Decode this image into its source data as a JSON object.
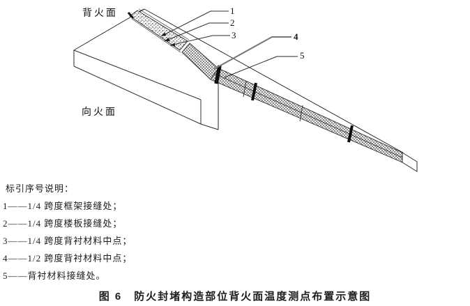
{
  "figure": {
    "face_labels": {
      "unexposed": "背火面",
      "exposed": "向火面"
    },
    "callouts": {
      "c1": "1",
      "c2": "2",
      "c3": "3",
      "c4": "4",
      "c5": "5"
    }
  },
  "legend": {
    "title": "标引序号说明：",
    "items": [
      "1——1/4 跨度框架接缝处；",
      "2——1/4 跨度楼板接缝处；",
      "3——1/4 跨度背衬材料中点；",
      "4——1/2 跨度背衬材料中点；",
      "5——背衬材料接缝处。"
    ]
  },
  "caption": "图 6　防火封堵构造部位背火面温度测点布置示意图"
}
